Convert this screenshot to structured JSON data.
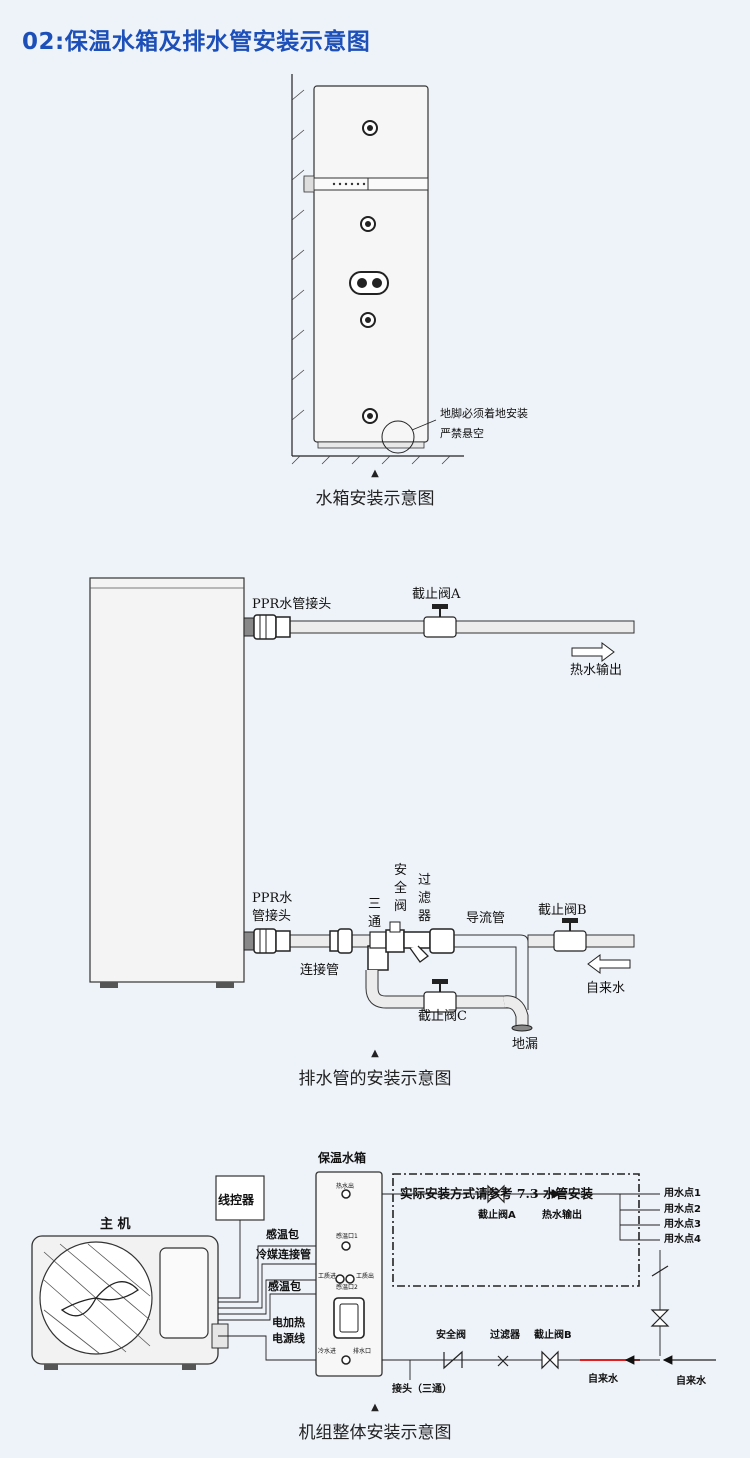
{
  "title": "02:保温水箱及排水管安装示意图",
  "colors": {
    "title": "#1d4fb8",
    "line": "#222222",
    "pipe": "#e8e8e8",
    "tank": "#f4f4f4",
    "alarm": "#e00000"
  },
  "diagram1": {
    "caption": "水箱安装示意图",
    "note_line1": "地脚必须着地安装",
    "note_line2": "严禁悬空"
  },
  "diagram2": {
    "caption": "排水管的安装示意图",
    "labels": {
      "ppr_top": "PPR水管接头",
      "valve_a": "截止阀A",
      "hot_out": "热水输出",
      "ppr_bottom_1": "PPR水",
      "ppr_bottom_2": "管接头",
      "tee_1": "三",
      "tee_2": "通",
      "safety_1": "安",
      "safety_2": "全",
      "safety_3": "阀",
      "filter_1": "过",
      "filter_2": "滤",
      "filter_3": "器",
      "guide_pipe": "导流管",
      "valve_b": "截止阀B",
      "connector": "连接管",
      "tap_water": "自来水",
      "valve_c": "截止阀C",
      "floor_drain": "地漏"
    }
  },
  "diagram3": {
    "caption": "机组整体安装示意图",
    "labels": {
      "tank_title": "保温水箱",
      "controller": "线控器",
      "main_unit": "主 机",
      "sensor_1": "感温包",
      "refrigerant": "冷媒连接管",
      "sensor_2": "感温包",
      "heater_1": "电加热",
      "heater_2": "电源线",
      "valve_a": "截止阀A",
      "hot_out": "热水输出",
      "point_1": "用水点1",
      "point_2": "用水点2",
      "point_3": "用水点3",
      "point_4": "用水点4",
      "reference": "实际安装方式请参考 7.3 水管安装",
      "safety_valve": "安全阀",
      "filter": "过滤器",
      "valve_b": "截止阀B",
      "tap_water_inner": "自来水",
      "tap_water_outer": "自来水",
      "joint": "接头（三通）",
      "port_hot": "热水出",
      "port_sensor_1": "感温口1",
      "port_in": "工质进",
      "port_out": "工质出",
      "port_sensor_2": "感温口2",
      "port_cold": "冷水进",
      "port_drain": "排水口"
    }
  }
}
